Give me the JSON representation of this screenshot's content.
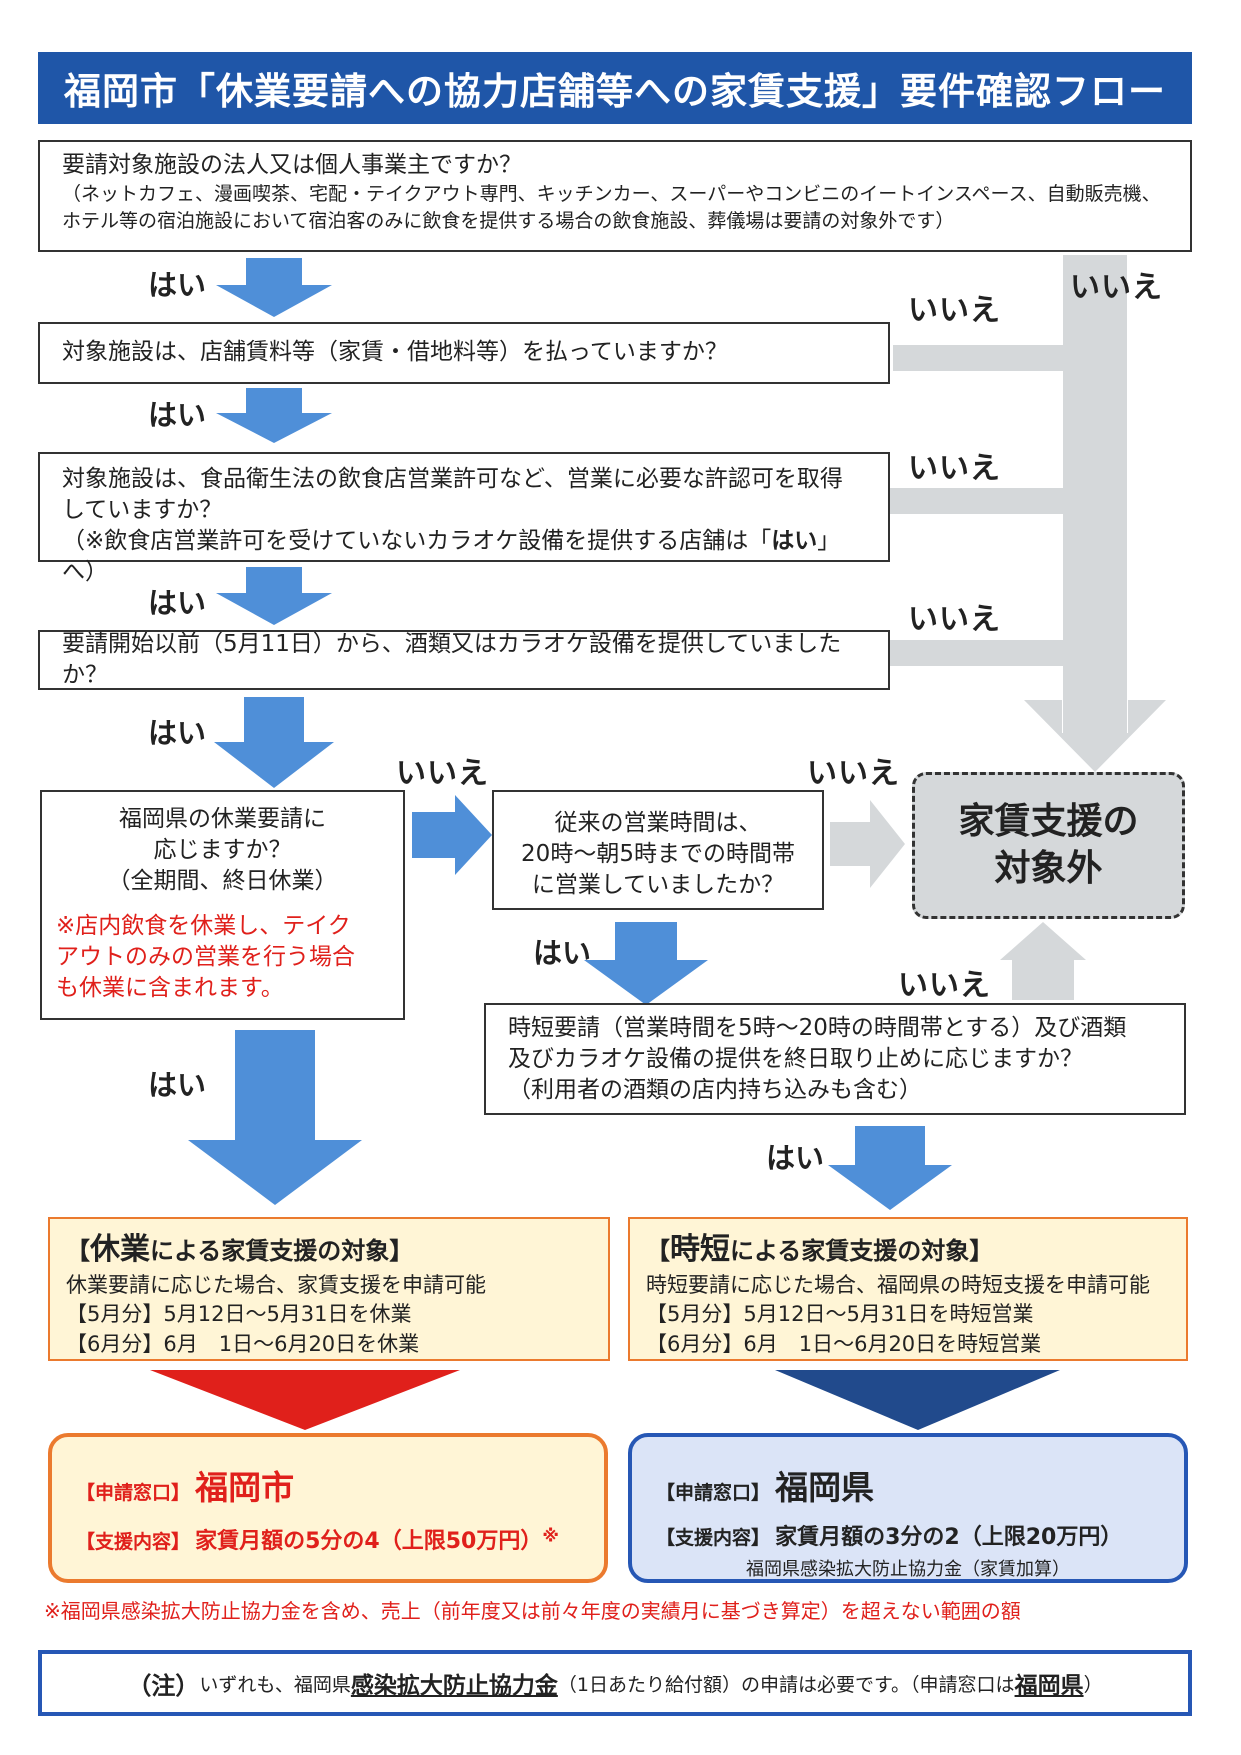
{
  "title": "福岡市「休業要請への協力店舗等への家賃支援」要件確認フロー",
  "q1": {
    "main": "要請対象施設の法人又は個人事業主ですか？",
    "note_line1": "（ネットカフェ、漫画喫茶、宅配・テイクアウト専門、キッチンカー、スーパーやコンビニのイートインスペース、自動販売機、",
    "note_line2": "ホテル等の宿泊施設において宿泊客のみに飲食を提供する場合の飲食施設、葬儀場は要請の対象外です）"
  },
  "q2": {
    "main": "対象施設は、店舗賃料等（家賃・借地料等）を払っていますか？"
  },
  "q3": {
    "line1": "対象施設は、食品衛生法の飲食店営業許可など、営業に必要な許認可を取得",
    "line2": "していますか？",
    "line3_pre": "（※飲食店営業許可を受けていないカラオケ設備を提供する店舗は「",
    "line3_bold": "はい",
    "line3_post": "」へ）"
  },
  "q4": {
    "main": "要請開始以前（5月11日）から、酒類又はカラオケ設備を提供していましたか？"
  },
  "q5": {
    "line1": "福岡県の休業要請に",
    "line2": "応じますか？",
    "line3": "（全期間、終日休業）",
    "note1": "※店内飲食を休業し、テイク",
    "note2": "アウトのみの営業を行う場合",
    "note3": "も休業に含まれます。"
  },
  "q6": {
    "line1": "従来の営業時間は、",
    "line2": "20時～朝5時までの時間帯",
    "line3": "に営業していましたか？"
  },
  "q7": {
    "line1": "時短要請（営業時間を5時～20時の時間帯とする）及び酒類",
    "line2": "及びカラオケ設備の提供を終日取り止めに応じますか？",
    "line3": "（利用者の酒類の店内持ち込みも含む）"
  },
  "labels": {
    "yes": "はい",
    "no": "いいえ"
  },
  "excluded": {
    "line1": "家賃支援の",
    "line2": "対象外"
  },
  "result_closure": {
    "head_open": "【",
    "head_big": "休業",
    "head_rest": "による家賃支援の対象】",
    "line1": "休業要請に応じた場合、家賃支援を申請可能",
    "line2": "【5月分】5月12日～5月31日を休業",
    "line3": "【6月分】6月　1日～6月20日を休業"
  },
  "result_short": {
    "head_open": "【",
    "head_big": "時短",
    "head_rest": "による家賃支援の対象】",
    "line1": "時短要請に応じた場合、福岡県の時短支援を申請可能",
    "line2": "【5月分】5月12日～5月31日を時短営業",
    "line3": "【6月分】6月　1日～6月20日を時短営業"
  },
  "window_city": {
    "label1": "【申請窓口】",
    "value1": "福岡市",
    "label2": "【支援内容】",
    "value2": "家賃月額の5分の4（上限50万円）",
    "mark": "※"
  },
  "window_pref": {
    "label1": "【申請窓口】",
    "value1": "福岡県",
    "label2": "【支援内容】",
    "value2": "家賃月額の3分の2（上限20万円）",
    "sub": "福岡県感染拡大防止協力金（家賃加算）"
  },
  "footnote": "※福岡県感染拡大防止協力金を含め、売上（前年度又は前々年度の実績月に基づき算定）を超えない範囲の額",
  "notice": {
    "prefix": "（注）",
    "part1": "いずれも、福岡県",
    "emph": "感染拡大防止協力金",
    "part2": "（1日あたり給付額）の申請は必要です。（申請窓口は",
    "emph2": "福岡県",
    "part3": "）"
  },
  "colors": {
    "title_bg": "#1f56a8",
    "arrow_blue": "#4f8fd8",
    "arrow_gray": "#d5d8da",
    "accent_red": "#e0201b",
    "orange_border": "#eb7a2e",
    "result_bg": "#fff5d6",
    "pref_bg": "#dbe4f7",
    "pref_border": "#2657b5"
  }
}
